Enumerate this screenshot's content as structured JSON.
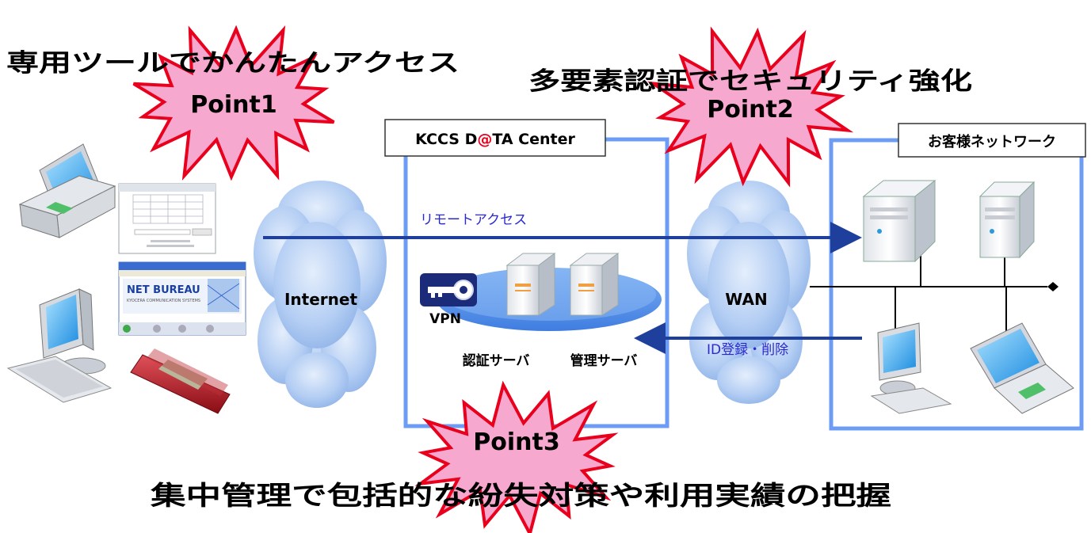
{
  "points": {
    "point1": {
      "label": "Point1",
      "caption": "専用ツールでかんたんアクセス"
    },
    "point2": {
      "label": "Point2",
      "caption": "多要素認証でセキュリティ強化"
    },
    "point3": {
      "label": "Point3",
      "caption": "集中管理で包括的な紛失対策や利用実績の把握"
    }
  },
  "datacenter": {
    "label_prefix": "KCCS D",
    "label_at": "@",
    "label_suffix": "TA Center"
  },
  "customer": {
    "label": "お客様ネットワーク"
  },
  "clouds": {
    "internet": "Internet",
    "wan": "WAN"
  },
  "flows": {
    "remote_access": "リモートアクセス",
    "id_registration": "ID登録・削除"
  },
  "servers": {
    "vpn": "VPN",
    "auth": "認証サーバ",
    "mgmt": "管理サーバ"
  },
  "client_app": {
    "product_logo": "NET BUREAU",
    "vendor_text": "KYOCERA COMMUNICATION SYSTEMS"
  },
  "colors": {
    "burst_fill": "#f7a8cf",
    "burst_stroke": "#e8001c",
    "frame": "#6d9cf5",
    "arrow": "#1f3f9c",
    "cloud": "#a7c5f0",
    "at_sign": "#e8001c"
  }
}
